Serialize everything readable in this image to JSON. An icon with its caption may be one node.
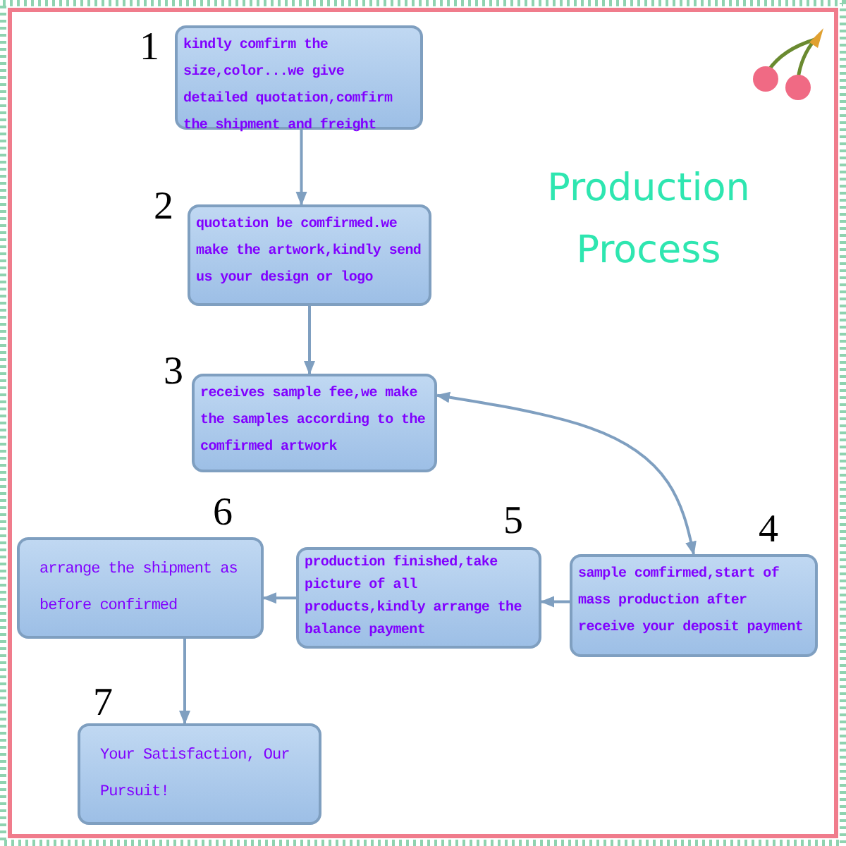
{
  "diagram": {
    "title": "Production Process",
    "nodes": [
      {
        "text": [
          "kindly comfirm the size,color...we give detailed quotation,comfirm the shipment and freight"
        ],
        "beside": [
          "1"
        ]
      },
      {
        "text": [
          "quotation be comfirmed.we make the artwork,kindly send us your design or logo"
        ],
        "beside": [
          "2"
        ]
      },
      {
        "text": [
          "receives sample fee,we make the samples according to the comfirmed artwork"
        ],
        "beside": [
          "3"
        ]
      },
      {
        "text": [
          "sample comfirmed,start of mass production after receive your deposit payment"
        ],
        "beside": [
          "4"
        ]
      },
      {
        "text": [
          "production finished,take picture of all products,kindly arrange the balance payment"
        ],
        "beside": [
          "5"
        ]
      },
      {
        "text": [
          "arrange the shipment as before confirmed"
        ],
        "beside": [
          "6"
        ]
      },
      {
        "text": [
          "Your Satisfaction, Our Pursuit!"
        ],
        "beside": [
          "7"
        ]
      }
    ],
    "edges": [
      {
        "from": 0,
        "to": 1,
        "arrow": "to"
      },
      {
        "from": 1,
        "to": 2,
        "arrow": "to"
      },
      {
        "from": 2,
        "to": 3,
        "arrow": "both"
      },
      {
        "from": 3,
        "to": 4,
        "arrow": "to"
      },
      {
        "from": 4,
        "to": 5,
        "arrow": "to"
      },
      {
        "from": 5,
        "to": 6,
        "arrow": "to"
      }
    ]
  }
}
